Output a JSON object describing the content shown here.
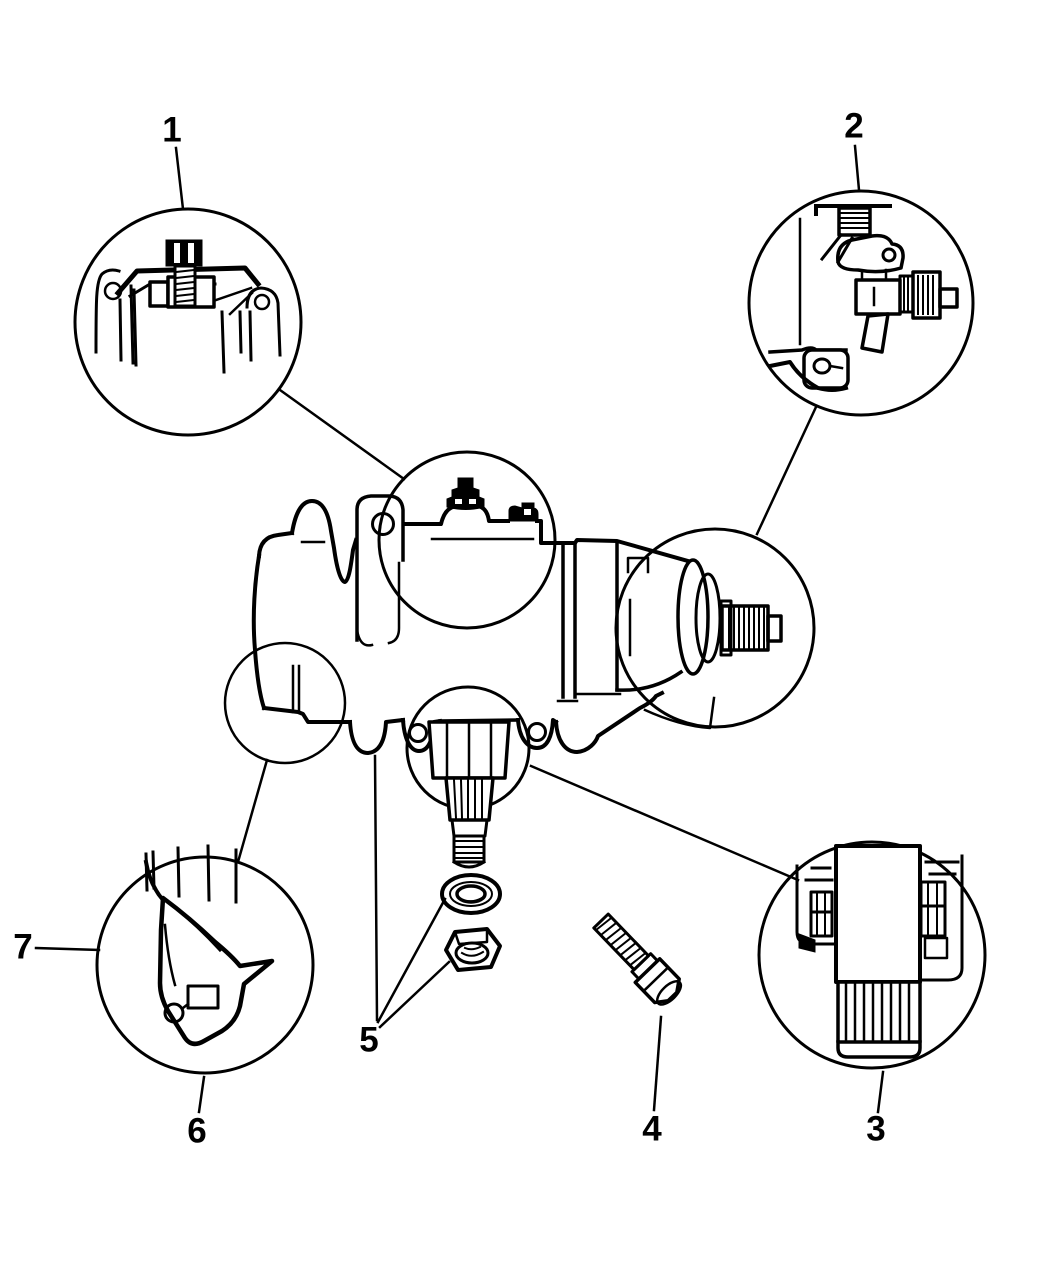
{
  "diagram": {
    "type": "parts-diagram",
    "background_color": "#ffffff",
    "line_color": "#000000",
    "callouts": [
      "1",
      "2",
      "3",
      "4",
      "5",
      "6",
      "7"
    ]
  }
}
